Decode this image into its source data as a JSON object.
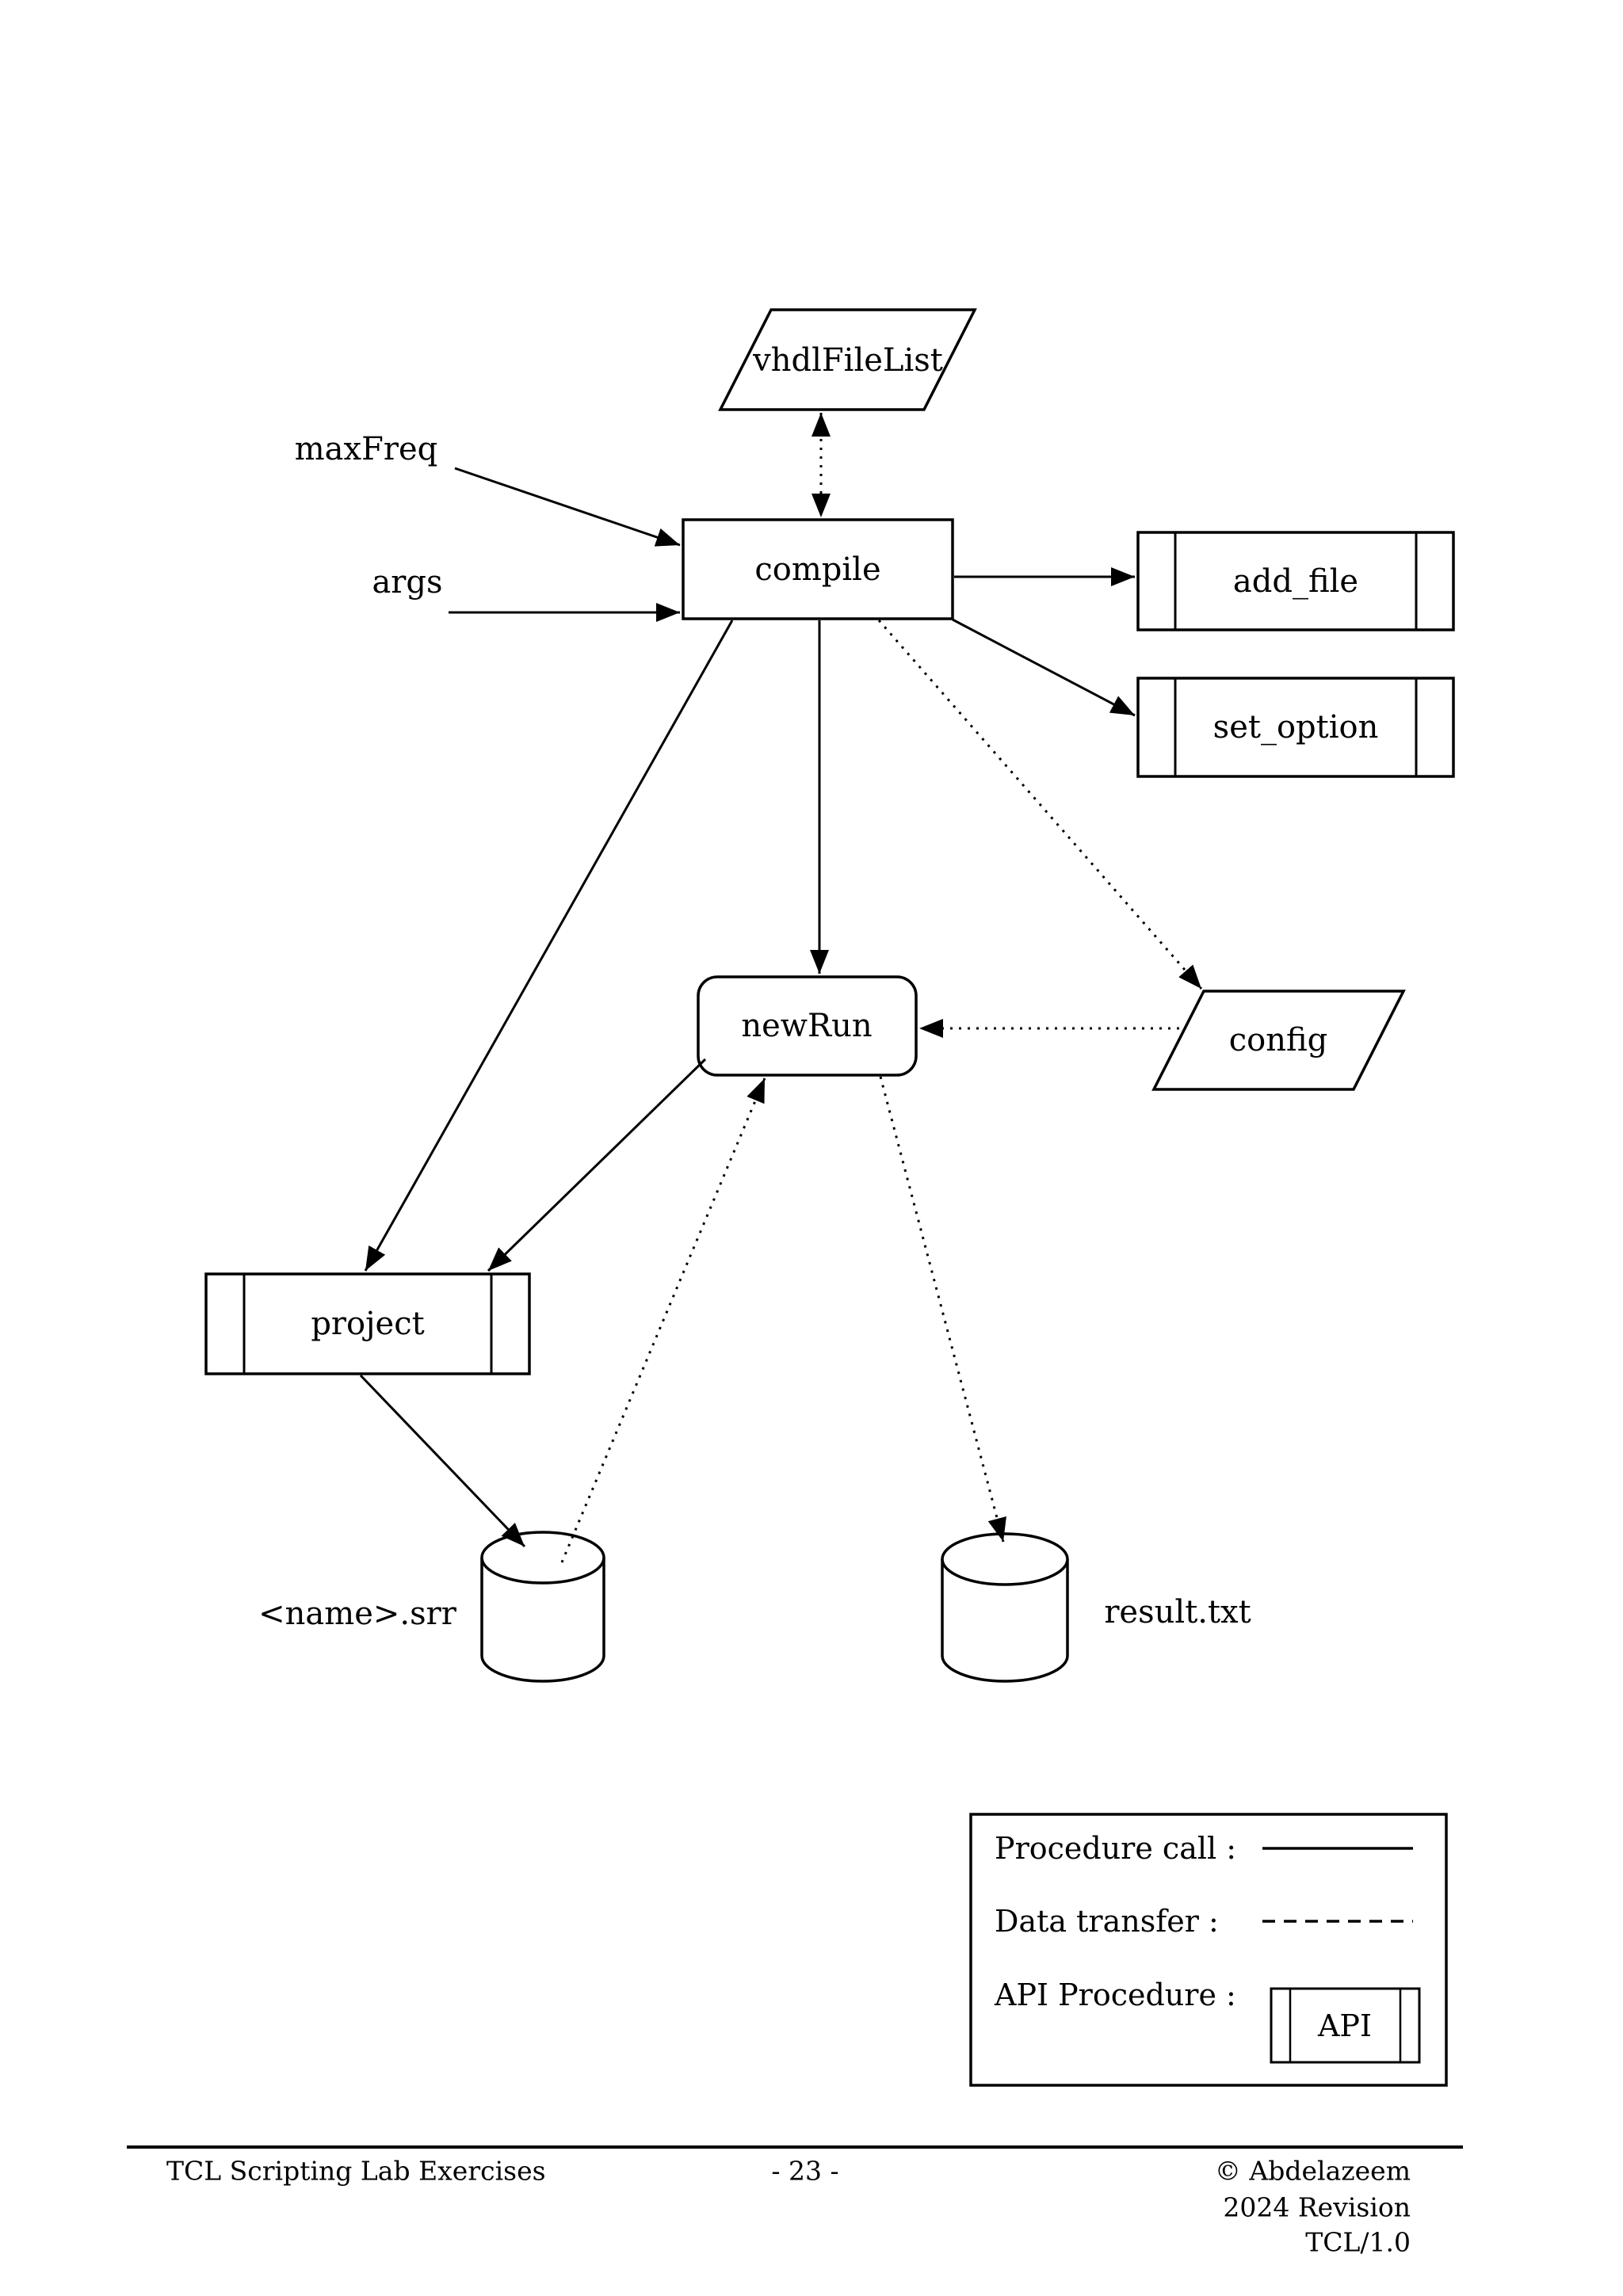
{
  "diagram": {
    "nodes": {
      "vhdlFileList": {
        "label": "vhdlFileList",
        "shape": "parallelogram"
      },
      "compile": {
        "label": "compile",
        "shape": "process-box"
      },
      "add_file": {
        "label": "add_file",
        "shape": "api-box"
      },
      "set_option": {
        "label": "set_option",
        "shape": "api-box"
      },
      "newRun": {
        "label": "newRun",
        "shape": "rounded-box"
      },
      "config": {
        "label": "config",
        "shape": "parallelogram"
      },
      "project": {
        "label": "project",
        "shape": "api-box"
      },
      "srr_file": {
        "label": "<name>.srr",
        "shape": "cylinder"
      },
      "result_file": {
        "label": "result.txt",
        "shape": "cylinder"
      }
    },
    "inputs": {
      "maxFreq": "maxFreq",
      "args": "args"
    }
  },
  "legend": {
    "procedure_call_label": "Procedure call :",
    "data_transfer_label": "Data transfer :",
    "api_procedure_label": "API Procedure :",
    "api_box_label": "API"
  },
  "footer": {
    "left": "TCL Scripting Lab Exercises",
    "page_number": "- 23 -",
    "right_line1": "© Abdelazeem",
    "right_line2": "2024 Revision",
    "right_line3": "TCL/1.0"
  },
  "colors": {
    "ink": "#000000",
    "paper": "#ffffff"
  }
}
